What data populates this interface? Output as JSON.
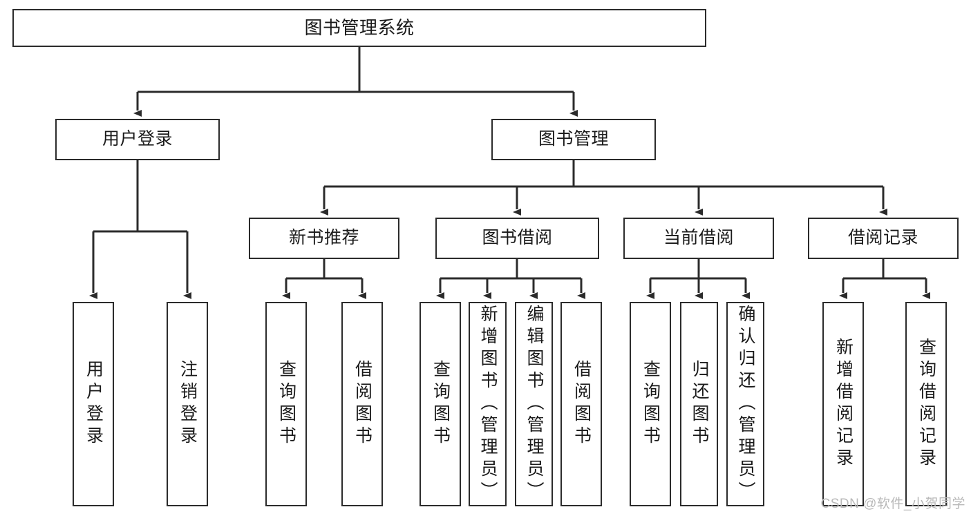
{
  "diagram": {
    "type": "tree-hierarchy-chart",
    "title": "图书管理系统",
    "colors": {
      "stroke": "#2b2b2b",
      "fill": "#ffffff",
      "text": "#1a1a1a",
      "watermark": "#b9b9b9"
    },
    "root": {
      "label": "图书管理系统"
    },
    "level2": [
      {
        "label": "用户登录"
      },
      {
        "label": "图书管理"
      }
    ],
    "level3": [
      {
        "label": "新书推荐"
      },
      {
        "label": "图书借阅"
      },
      {
        "label": "当前借阅"
      },
      {
        "label": "借阅记录"
      }
    ],
    "leaves": {
      "user_login": [
        {
          "label": "用户登录"
        },
        {
          "label": "注销登录"
        }
      ],
      "new_book": [
        {
          "label": "查询图书"
        },
        {
          "label": "借阅图书"
        }
      ],
      "book_borrow": [
        {
          "label": "查询图书"
        },
        {
          "label": "新增图书（管理员）"
        },
        {
          "label": "编辑图书（管理员）"
        },
        {
          "label": "借阅图书"
        }
      ],
      "current_borrow": [
        {
          "label": "查询图书"
        },
        {
          "label": "归还图书"
        },
        {
          "label": "确认归还（管理员）"
        }
      ],
      "borrow_record": [
        {
          "label": "新增借阅记录"
        },
        {
          "label": "查询借阅记录"
        }
      ]
    }
  },
  "watermark": {
    "text": "CSDN @软件_小贺同学"
  }
}
